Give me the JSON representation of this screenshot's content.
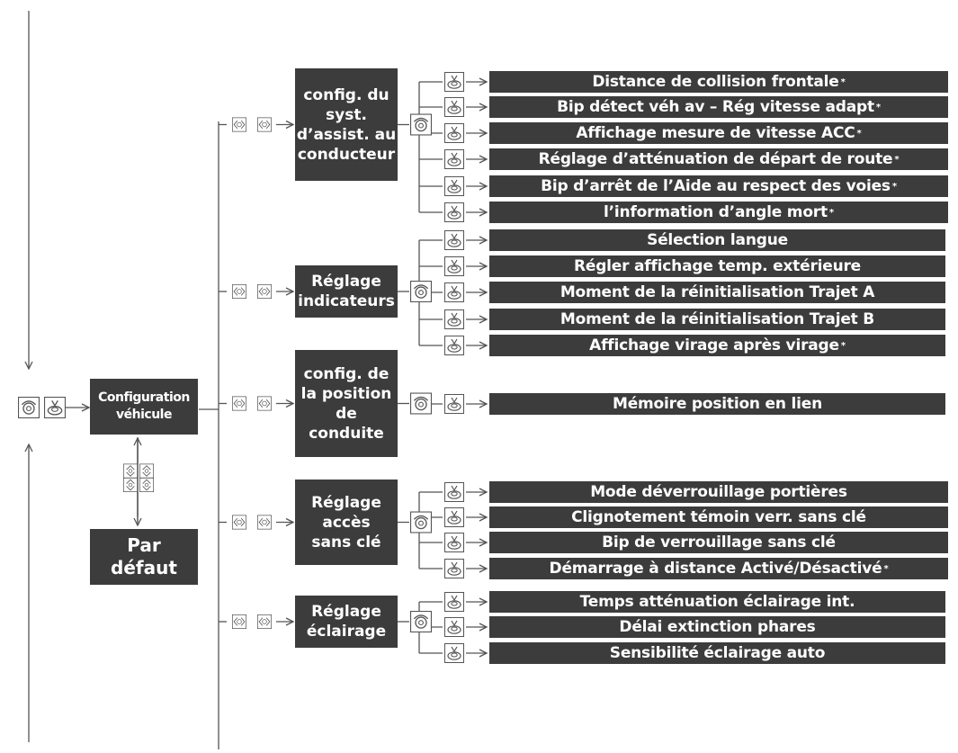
{
  "colors": {
    "box": "#3c3c3c",
    "line": "#555555",
    "text_on_box": "#ffffff"
  },
  "icons": {
    "dial": "dial-button-icon",
    "select": "select-button-icon",
    "scroll_pair": "scroll-arrows-icon",
    "up_down": "up-down-button-icon"
  },
  "root": {
    "label": "Configuration\nvéhicule"
  },
  "default": {
    "label": "Par\ndéfaut"
  },
  "categories": [
    {
      "label": "config. du\nsyst.\nd’assist. au\nconducteur",
      "items": [
        {
          "label": "Distance de collision frontale",
          "mark": "*"
        },
        {
          "label": "Bip détect véh av – Rég vitesse adapt",
          "mark": "*"
        },
        {
          "label": "Affichage mesure de vitesse ACC",
          "mark": "*"
        },
        {
          "label": "Réglage d’atténuation de départ de route",
          "mark": "*"
        },
        {
          "label": "Bip d’arrêt de l’Aide au respect des voies",
          "mark": "*"
        },
        {
          "label": "l’information d’angle mort",
          "mark": "*"
        }
      ]
    },
    {
      "label": "Réglage\nindicateurs",
      "items": [
        {
          "label": "Sélection langue",
          "mark": ""
        },
        {
          "label": "Régler affichage temp. extérieure",
          "mark": ""
        },
        {
          "label": "Moment de la réinitialisation Trajet A",
          "mark": ""
        },
        {
          "label": "Moment de la réinitialisation Trajet B",
          "mark": ""
        },
        {
          "label": "Affichage virage après virage",
          "mark": "*"
        }
      ]
    },
    {
      "label": "config. de\nla position\nde\nconduite",
      "items": [
        {
          "label": "Mémoire position en lien",
          "mark": ""
        }
      ]
    },
    {
      "label": "Réglage\naccès\nsans clé",
      "items": [
        {
          "label": "Mode déverrouillage portières",
          "mark": ""
        },
        {
          "label": "Clignotement témoin verr. sans clé",
          "mark": ""
        },
        {
          "label": "Bip de verrouillage sans clé",
          "mark": ""
        },
        {
          "label": "Démarrage à distance Activé/Désactivé",
          "mark": "*"
        }
      ]
    },
    {
      "label": "Réglage\néclairage",
      "items": [
        {
          "label": "Temps atténuation éclairage int.",
          "mark": ""
        },
        {
          "label": "Délai extinction phares",
          "mark": ""
        },
        {
          "label": "Sensibilité éclairage auto",
          "mark": ""
        }
      ]
    }
  ]
}
